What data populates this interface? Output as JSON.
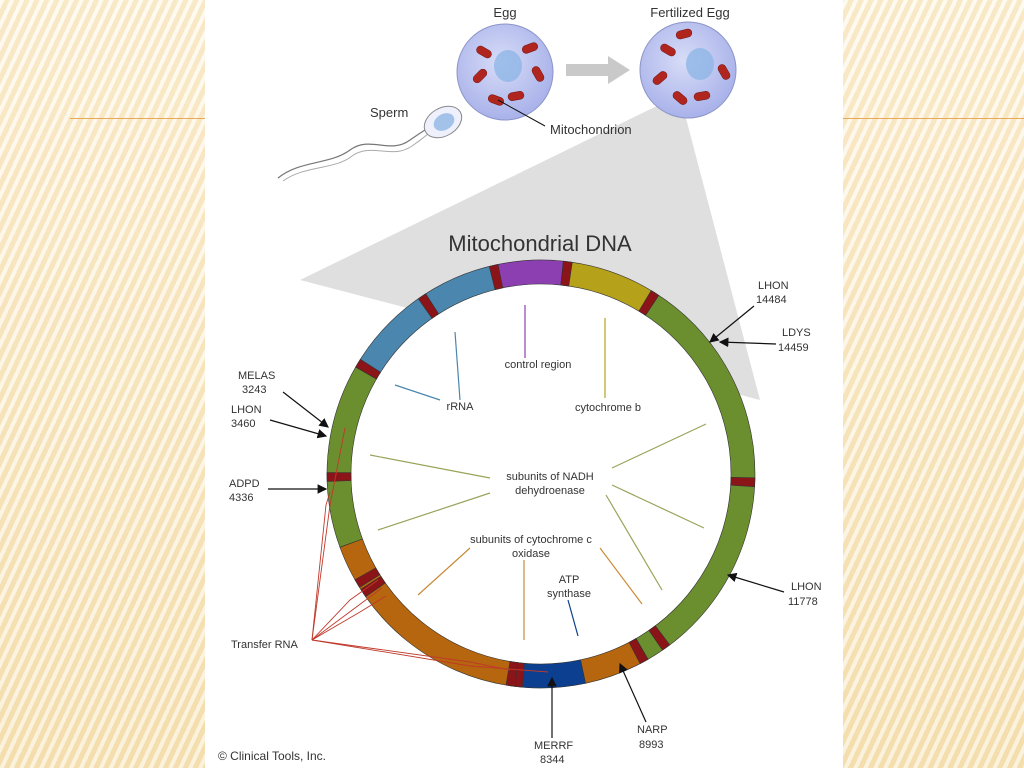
{
  "labels": {
    "egg": "Egg",
    "fertilized_egg": "Fertilized Egg",
    "sperm": "Sperm",
    "mitochondrion": "Mitochondrion",
    "title": "Mitochondrial DNA",
    "control_region": "control region",
    "rrna": "rRNA",
    "cytochrome_b": "cytochrome b",
    "nadh_line1": "subunits of NADH",
    "nadh_line2": "dehydroenase",
    "cox_line1": "subunits of cytochrome c",
    "cox_line2": "oxidase",
    "atp_line1": "ATP",
    "atp_line2": "synthase",
    "transfer_rna": "Transfer RNA",
    "copyright": "© Clinical Tools, Inc."
  },
  "mutations": {
    "melas_name": "MELAS",
    "melas_pos": "3243",
    "lhon1_name": "LHON",
    "lhon1_pos": "3460",
    "adpd_name": "ADPD",
    "adpd_pos": "4336",
    "lhon2_name": "LHON",
    "lhon2_pos": "14484",
    "ldys_name": "LDYS",
    "ldys_pos": "14459",
    "lhon3_name": "LHON",
    "lhon3_pos": "11778",
    "merrf_name": "MERRF",
    "merrf_pos": "8344",
    "narp_name": "NARP",
    "narp_pos": "8993"
  },
  "colors": {
    "background": "#fbeed2",
    "panel": "#ffffff",
    "rrna": "#4a86ad",
    "control_region": "#8b3fb0",
    "cytochrome_b": "#b5a21a",
    "nadh": "#6b8e2f",
    "cytochrome_c_oxidase": "#b5660e",
    "atp_synthase": "#0c3f8f",
    "trna": "#8b1418",
    "mitochondria": "#b0261f",
    "cell": "#b8bfee",
    "accent_line": "#e8a85a"
  }
}
